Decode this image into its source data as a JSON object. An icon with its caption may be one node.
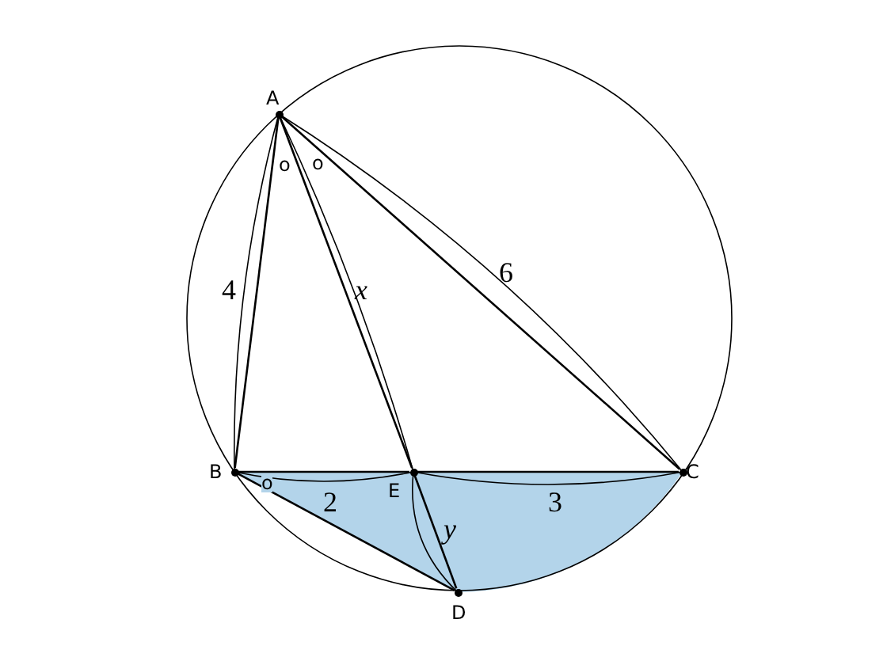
{
  "diagram": {
    "nodes": [
      {
        "text": [
          "A"
        ]
      },
      {
        "text": [
          "B"
        ]
      },
      {
        "text": [
          "C"
        ]
      },
      {
        "text": [
          "E"
        ]
      },
      {
        "text": [
          "D"
        ]
      }
    ],
    "edges": [
      {
        "from": 0,
        "to": 1,
        "arrow": "none"
      },
      {
        "from": 0,
        "to": 3,
        "arrow": "none"
      },
      {
        "from": 0,
        "to": 2,
        "arrow": "none"
      },
      {
        "from": 1,
        "to": 3,
        "arrow": "none"
      },
      {
        "from": 3,
        "to": 2,
        "arrow": "none"
      },
      {
        "from": 3,
        "to": 4,
        "arrow": "none"
      },
      {
        "from": 1,
        "to": 4,
        "arrow": "none"
      }
    ],
    "labels": [
      "o",
      "o",
      "4",
      "x",
      "6",
      "o",
      "2",
      "3",
      "y"
    ]
  }
}
